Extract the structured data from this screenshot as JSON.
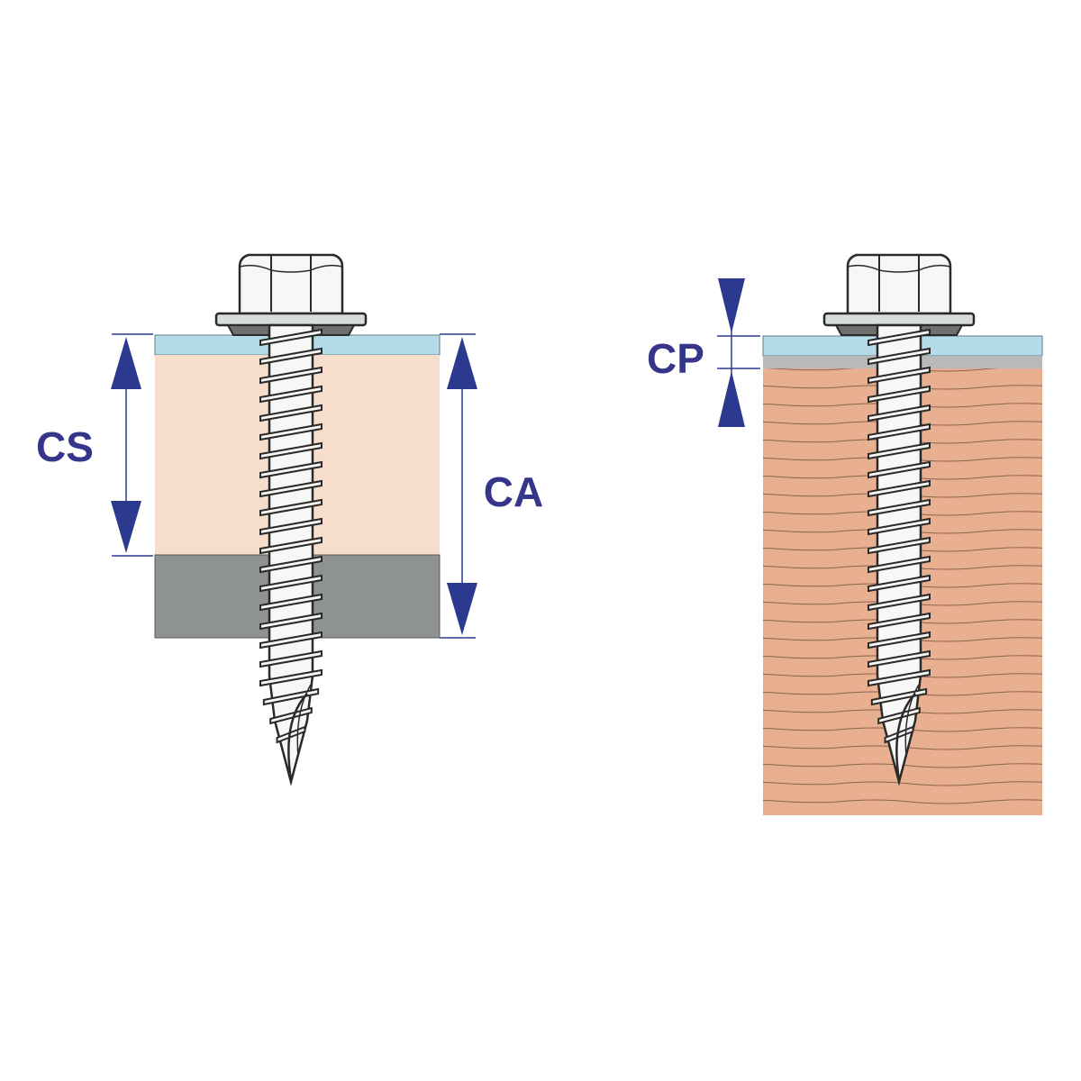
{
  "labels": {
    "cs": "CS",
    "ca": "CA",
    "cp": "CP"
  },
  "colors": {
    "label": "#35358a",
    "arrow": "#2b3a8f",
    "metal_sheet": "#b5dbe8",
    "insulation": "#f6ddcc",
    "steel_base": "#8f9293",
    "wood": "#e8b090",
    "grey_layer": "#b9b9b9",
    "screw_fill": "#f7f7f5",
    "outline": "#2a2a2a"
  },
  "icons": {
    "screw": "hex-head-self-drilling-screw-icon"
  }
}
